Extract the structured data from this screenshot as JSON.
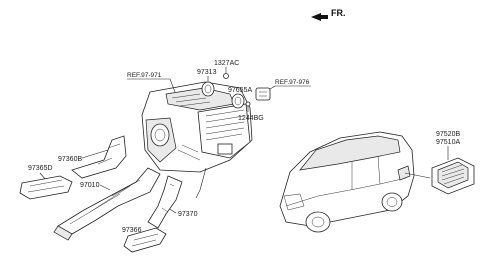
{
  "header": {
    "direction_label": "FR."
  },
  "labels": {
    "ref_left": "REF.97-971",
    "ref_right": "REF.97-976",
    "p1327AC": "1327AC",
    "p97313": "97313",
    "p97655A": "97655A",
    "p1244BG": "1244BG",
    "p97360B": "97360B",
    "p97365D": "97365D",
    "p97010": "97010",
    "p97370": "97370",
    "p97366": "97366",
    "p97520B": "97520B",
    "p97510A": "97510A"
  },
  "icons": {
    "direction_arrow": "front-direction-arrow-icon"
  }
}
